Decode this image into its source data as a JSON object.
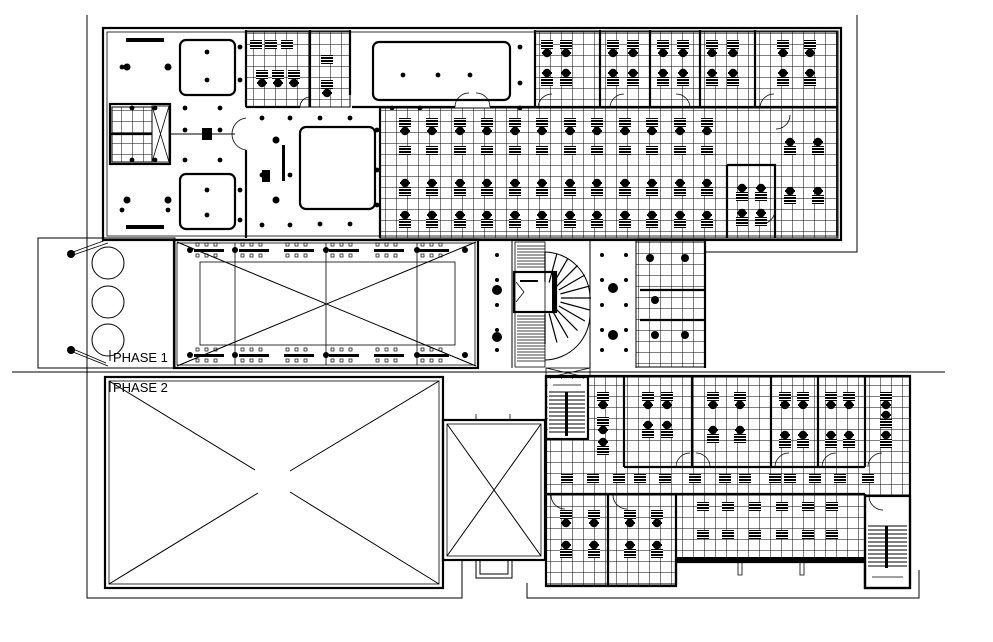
{
  "drawing": {
    "type": "architectural floor plan (reflected ceiling / furniture layout)",
    "labels": {
      "phase_1": "PHASE 1",
      "phase_2": "PHASE 2"
    },
    "colors": {
      "line": "#000000",
      "background": "#ffffff"
    },
    "zones": [
      {
        "name": "phase-1-upper-block",
        "features": [
          "lobby with rounded rooms",
          "toilet block",
          "open office grid",
          "cabins"
        ]
      },
      {
        "name": "phase-1-hall",
        "features": [
          "open-to-below void (X)",
          "three circular columns annex"
        ]
      },
      {
        "name": "stair-core",
        "features": [
          "spiral staircase",
          "lift"
        ]
      },
      {
        "name": "phase-2-void-large",
        "features": [
          "X marked void"
        ]
      },
      {
        "name": "phase-2-void-small",
        "features": [
          "X marked void"
        ]
      },
      {
        "name": "phase-2-office-block",
        "features": [
          "cabins",
          "open office grid",
          "two straight staircases"
        ]
      }
    ]
  }
}
